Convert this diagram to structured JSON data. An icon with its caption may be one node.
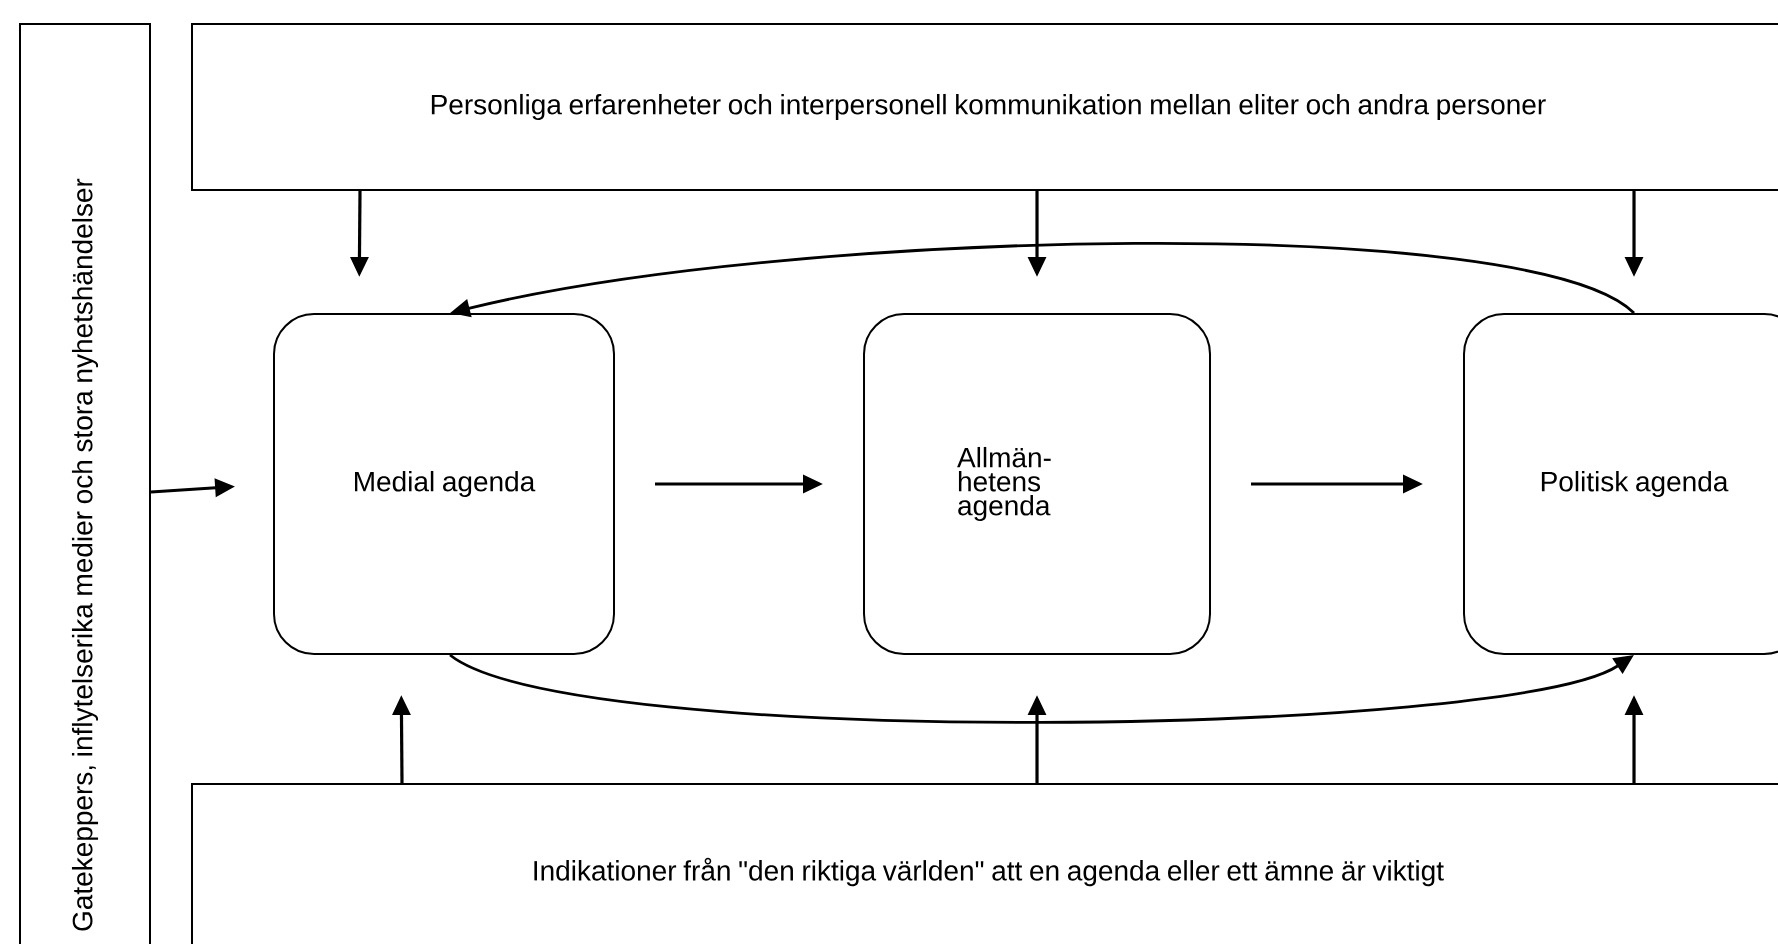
{
  "diagram": {
    "nodes": [
      {
        "text": [
          "Gatekeppers, inflytelserika medier och stora nyhetshändelser"
        ]
      },
      {
        "text": [
          "Personliga erfarenheter och interpersonell kommunikation mellan eliter och andra personer"
        ]
      },
      {
        "text": [
          "Medial agenda"
        ]
      },
      {
        "text": [
          "Allmän- hetens agenda"
        ]
      },
      {
        "text": [
          "Politisk agenda"
        ]
      },
      {
        "text": [
          "Indikationer från \"den riktiga världen\" att en agenda eller ett ämne är viktigt"
        ]
      }
    ],
    "edges": [
      {
        "from": 0,
        "to": 2,
        "arrow": "to"
      },
      {
        "from": 2,
        "to": 3,
        "arrow": "to"
      },
      {
        "from": 3,
        "to": 4,
        "arrow": "to"
      },
      {
        "from": 1,
        "to": 2,
        "arrow": "to"
      },
      {
        "from": 1,
        "to": 3,
        "arrow": "to"
      },
      {
        "from": 1,
        "to": 4,
        "arrow": "to"
      },
      {
        "from": 5,
        "to": 2,
        "arrow": "to"
      },
      {
        "from": 5,
        "to": 3,
        "arrow": "to"
      },
      {
        "from": 5,
        "to": 4,
        "arrow": "to"
      },
      {
        "from": 4,
        "to": 2,
        "arrow": "to"
      },
      {
        "from": 2,
        "to": 4,
        "arrow": "to"
      }
    ]
  }
}
